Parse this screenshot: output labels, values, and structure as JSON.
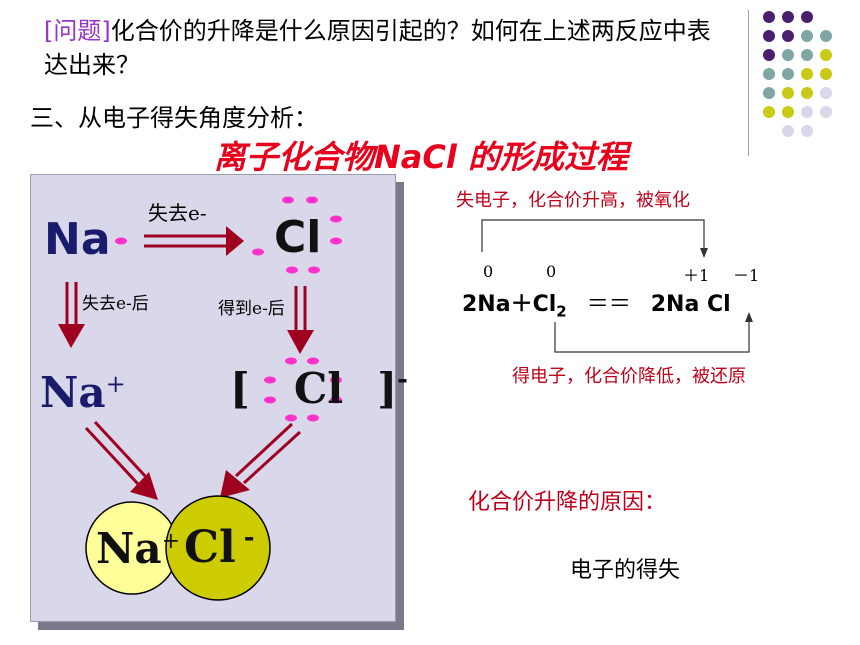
{
  "question": {
    "tag": "[问题]",
    "text": "化合价的升降是什么原因引起的？如何在上述两反应中表达出来？"
  },
  "section_heading": "三、从电子得失角度分析：",
  "slide_title": "离子化合物NaCl 的形成过程",
  "diagram": {
    "na_atom": "Na",
    "cl_atom": "Cl",
    "lose_e_label": "失去e-",
    "after_lose_label": "失去e-后",
    "after_gain_label": "得到e-后",
    "na_ion": "Na",
    "na_ion_charge": "+",
    "cl_ion_open": "[",
    "cl_ion": "Cl",
    "cl_ion_close": "]",
    "cl_ion_charge": "-",
    "compound_na": "Na",
    "compound_na_charge": "+",
    "compound_cl": "Cl",
    "compound_cl_charge": "-"
  },
  "equation": {
    "top_note": "失电子，化合价升高，被氧化",
    "ox_na_before": "0",
    "ox_cl_before": "0",
    "ox_na_after": "＋1",
    "ox_cl_after": "－1",
    "lhs": "2Na＋Cl",
    "lhs_sub": "2",
    "arrow": "＝＝",
    "rhs": "2Na Cl",
    "bottom_note": "得电子，化合价降低，被还原"
  },
  "reason_label": "化合价升降的原因：",
  "reason_answer": "电子的得失",
  "colors": {
    "accent_red": "#e8001c",
    "arrow_red": "#a00020",
    "purple_dot": "#4b1f6f",
    "teal_dot": "#7fa6a3",
    "olive_dot": "#c9c917",
    "electron": "#ff33cc",
    "panel": "#d8d8ea",
    "na_sphere": "#ffff99",
    "cl_sphere": "#cccc00"
  }
}
